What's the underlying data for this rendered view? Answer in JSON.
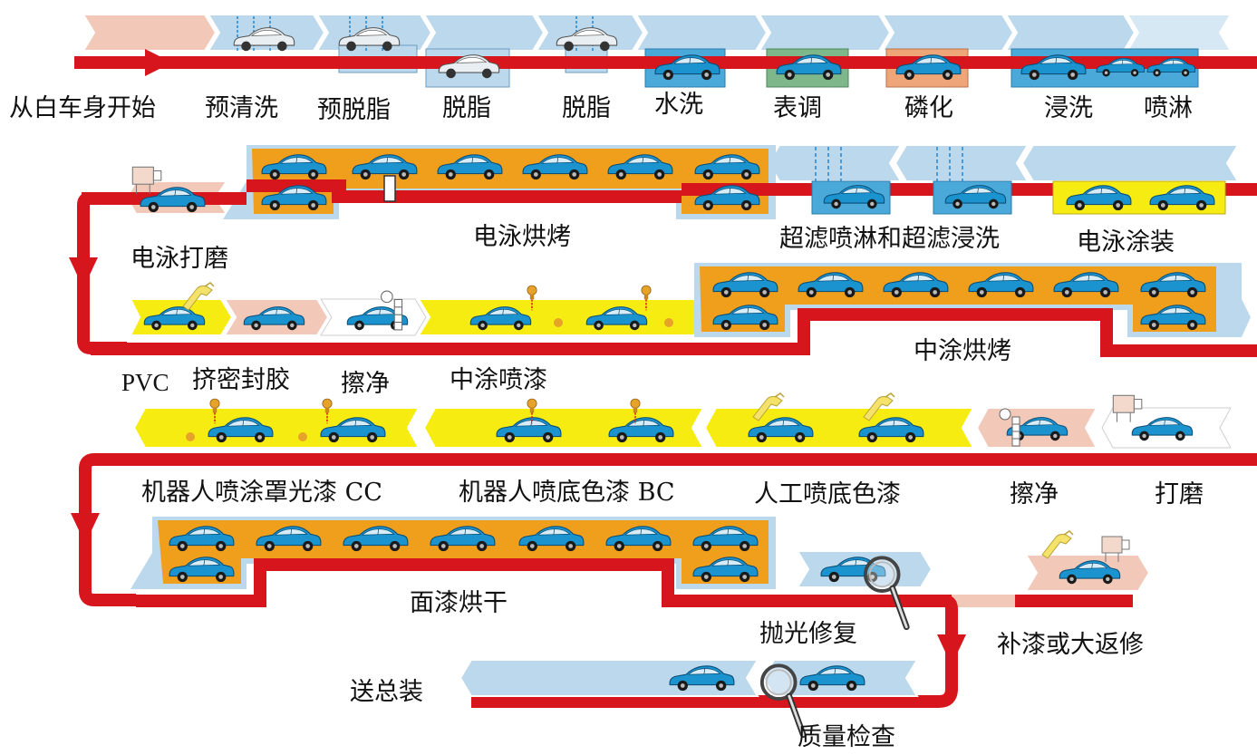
{
  "colors": {
    "rail": "#d7151c",
    "pretreat": "#bcd8ec",
    "pink": "#f2c8b8",
    "oven": "#ef9f1c",
    "spray_yellow": "#f6ec12",
    "car_body": "#1b93cf",
    "car_white": "#e8eef2",
    "tank_green": "#7eb78a",
    "tank_salmon": "#eea679"
  },
  "stages": {
    "start": "从白车身开始",
    "pre_rinse": "预清洗",
    "pre_degrease": "预脱脂",
    "degrease_1": "脱脂",
    "degrease_2": "脱脂",
    "water_rinse": "水洗",
    "surface_adjust": "表调",
    "phosphating": "磷化",
    "dip_rinse": "浸洗",
    "spray_rinse": "喷淋",
    "e_coat_bake": "电泳烘烤",
    "ultrafiltration": "超滤喷淋和超滤浸洗",
    "e_coat": "电泳涂装",
    "e_coat_sanding": "电泳打磨",
    "pvc": "PVC",
    "sealing": "挤密封胶",
    "wipe_1": "擦净",
    "primer_spray": "中涂喷漆",
    "primer_bake": "中涂烘烤",
    "robot_clearcoat": "机器人喷涂罩光漆 CC",
    "robot_basecoat": "机器人喷底色漆 BC",
    "manual_basecoat": "人工喷底色漆",
    "wipe_2": "擦净",
    "sanding": "打磨",
    "topcoat_dry": "面漆烘干",
    "polish_repair": "抛光修复",
    "touchup": "补漆或大返修",
    "to_assembly": "送总装",
    "quality_check": "质量检查"
  },
  "icons": [
    "car-icon",
    "robot-spray-gun-icon",
    "manual-spray-gun-icon",
    "sander-icon",
    "wipe-icon",
    "magnifier-icon",
    "direction-arrow-icon"
  ]
}
